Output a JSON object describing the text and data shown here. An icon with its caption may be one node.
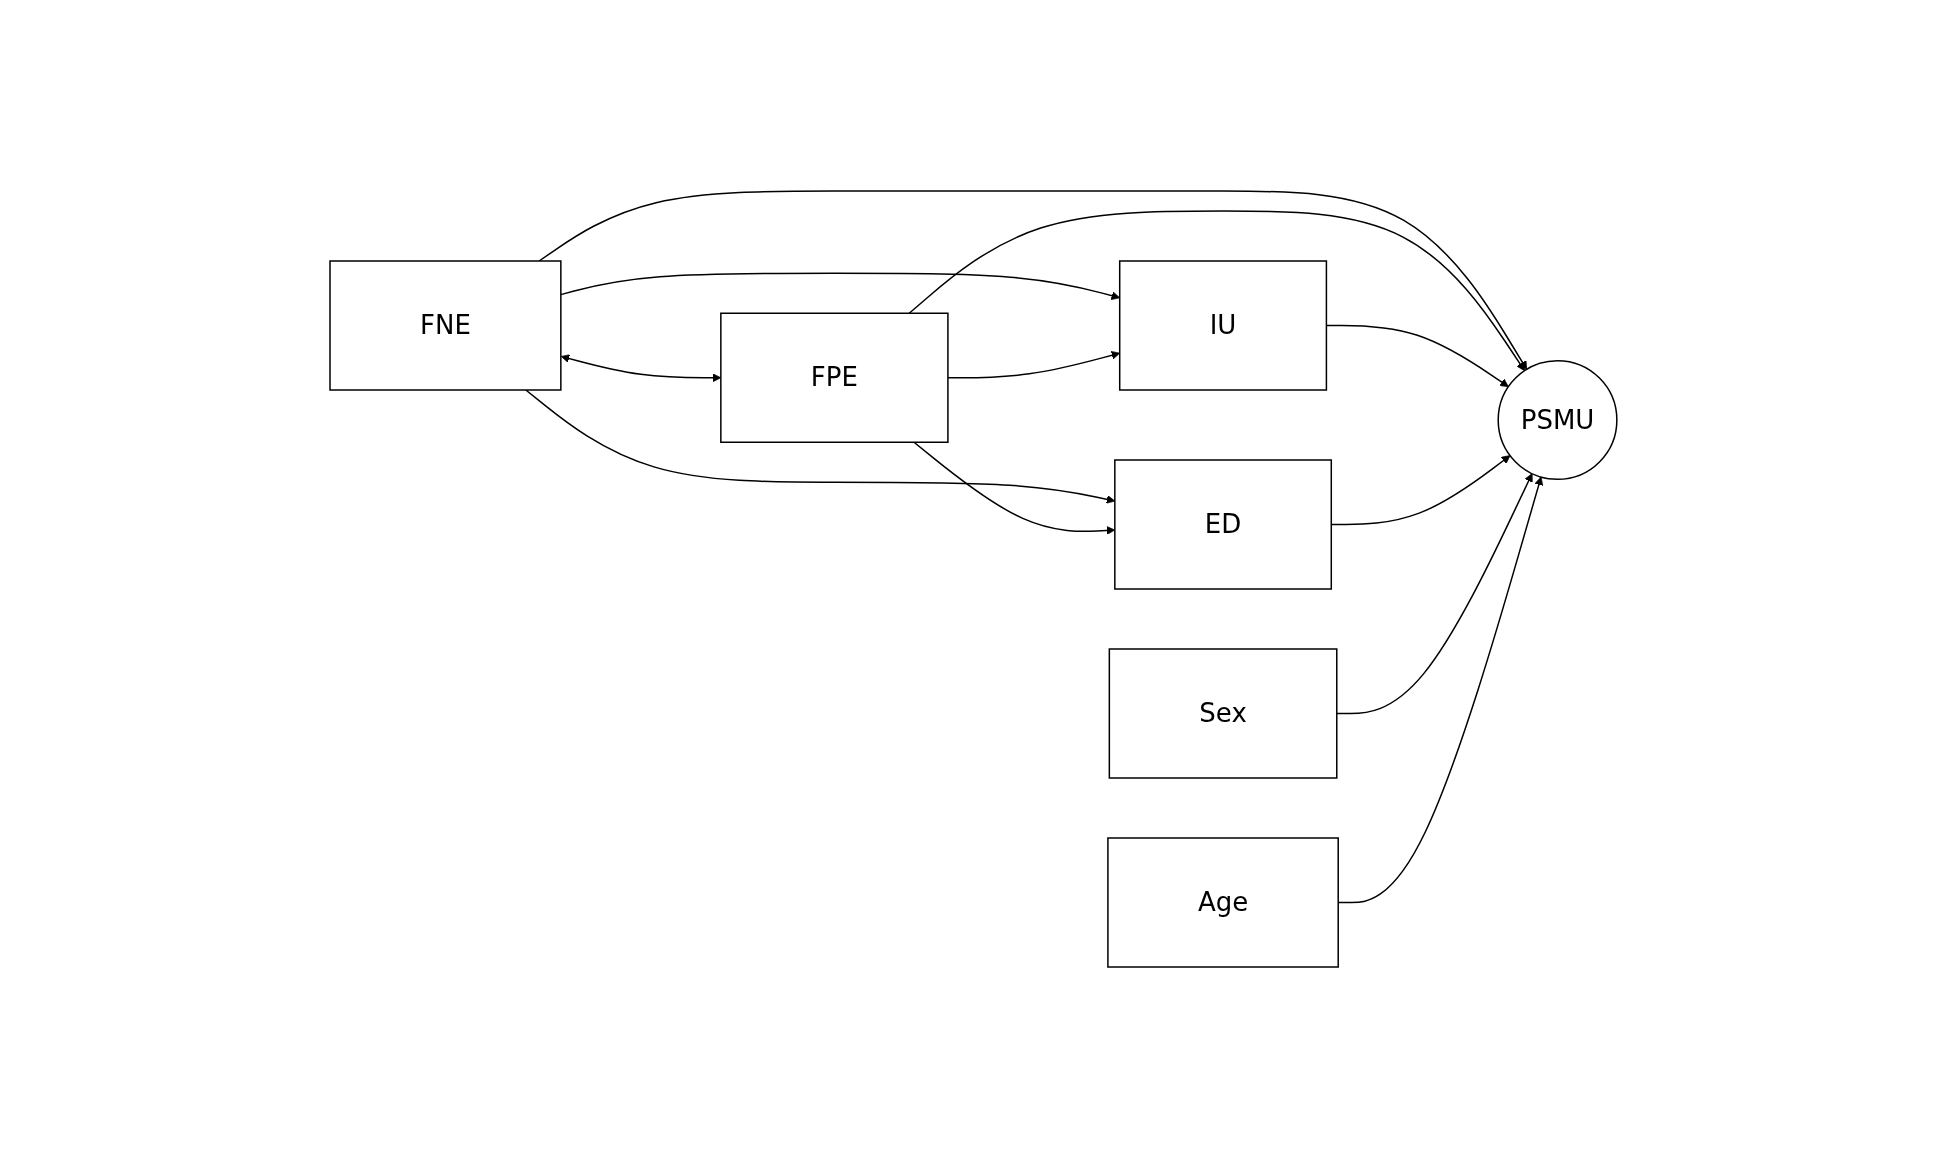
{
  "diagram": {
    "nodes": [
      {
        "text": [
          "FNE"
        ]
      },
      {
        "text": [
          "FPE"
        ]
      },
      {
        "text": [
          "IU"
        ]
      },
      {
        "text": [
          "ED"
        ]
      },
      {
        "text": [
          "PSMU"
        ]
      },
      {
        "text": [
          "Sex"
        ]
      },
      {
        "text": [
          "Age"
        ]
      }
    ],
    "edges": [
      {
        "from": 0,
        "to": 1,
        "arrow": "both"
      },
      {
        "from": 0,
        "to": 2,
        "arrow": "to"
      },
      {
        "from": 1,
        "to": 2,
        "arrow": "to"
      },
      {
        "from": 0,
        "to": 4,
        "arrow": "to"
      },
      {
        "from": 0,
        "to": 3,
        "arrow": "to"
      },
      {
        "from": 1,
        "to": 4,
        "arrow": "to"
      },
      {
        "from": 1,
        "to": 3,
        "arrow": "to"
      },
      {
        "from": 2,
        "to": 4,
        "arrow": "to"
      },
      {
        "from": 3,
        "to": 4,
        "arrow": "to"
      },
      {
        "from": 5,
        "to": 4,
        "arrow": "to"
      },
      {
        "from": 6,
        "to": 4,
        "arrow": "to"
      }
    ]
  }
}
